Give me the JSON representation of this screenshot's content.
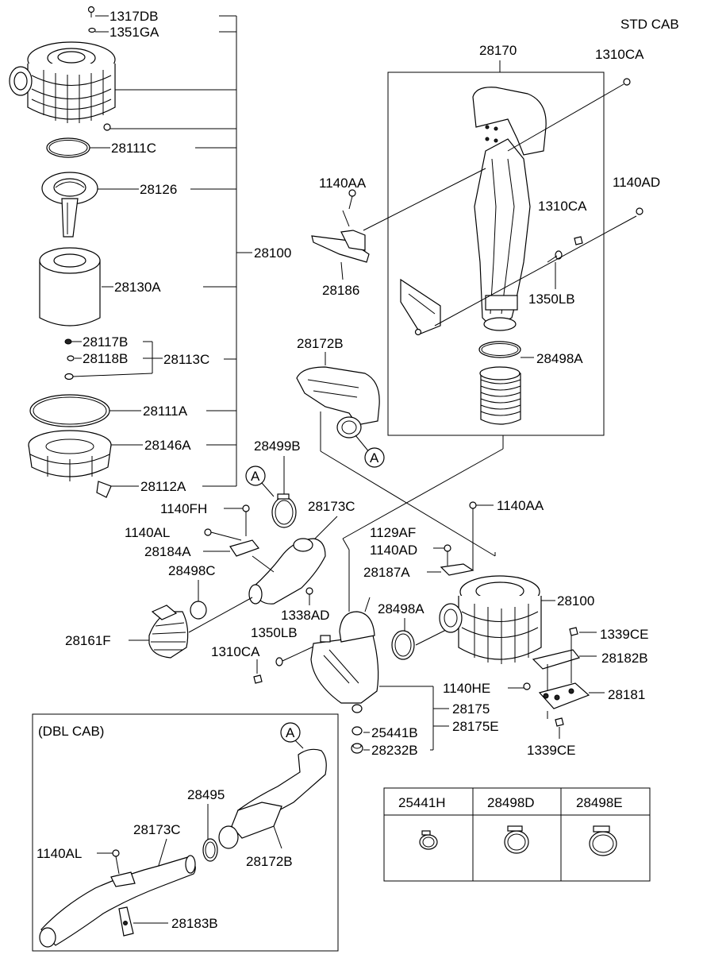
{
  "header": {
    "variant": "STD CAB"
  },
  "labels": {
    "p1317DB": "1317DB",
    "p1351GA": "1351GA",
    "p28111C": "28111C",
    "p28126": "28126",
    "p28100_main": "28100",
    "p28130A": "28130A",
    "p28117B": "28117B",
    "p28118B": "28118B",
    "p28113C": "28113C",
    "p28111A": "28111A",
    "p28146A": "28146A",
    "p28112A": "28112A",
    "p28170": "28170",
    "p1310CA_top": "1310CA",
    "p1140AA_top": "1140AA",
    "p1140AD_top": "1140AD",
    "p1310CA_mid": "1310CA",
    "p28186": "28186",
    "p1350LB_top": "1350LB",
    "p28172B_top": "28172B",
    "p28498A_top": "28498A",
    "marker_A1": "A",
    "p28499B": "28499B",
    "marker_A2": "A",
    "p28173C_top": "28173C",
    "p1140FH": "1140FH",
    "p1140AL_top": "1140AL",
    "p28184A": "28184A",
    "p28498C": "28498C",
    "p1338AD": "1338AD",
    "p28161F": "28161F",
    "p1350LB_low": "1350LB",
    "p1310CA_low": "1310CA",
    "p1140AA_low": "1140AA",
    "p1129AF": "1129AF",
    "p1140AD_low": "1140AD",
    "p28187A": "28187A",
    "p28498A_low": "28498A",
    "p28100_low": "28100",
    "p1339CE_top": "1339CE",
    "p28182B": "28182B",
    "p1140HE": "1140HE",
    "p28181": "28181",
    "p28175": "28175",
    "p28175E": "28175E",
    "p25441B": "25441B",
    "p28232B": "28232B",
    "p1339CE_low": "1339CE"
  },
  "dbl_cab": {
    "title": "(DBL CAB)",
    "marker": "A",
    "p28495": "28495",
    "p28173C": "28173C",
    "p1140AL": "1140AL",
    "p28172B": "28172B",
    "p28183B": "28183B"
  },
  "clamp_table": {
    "headers": [
      "25441H",
      "28498D",
      "28498E"
    ]
  }
}
